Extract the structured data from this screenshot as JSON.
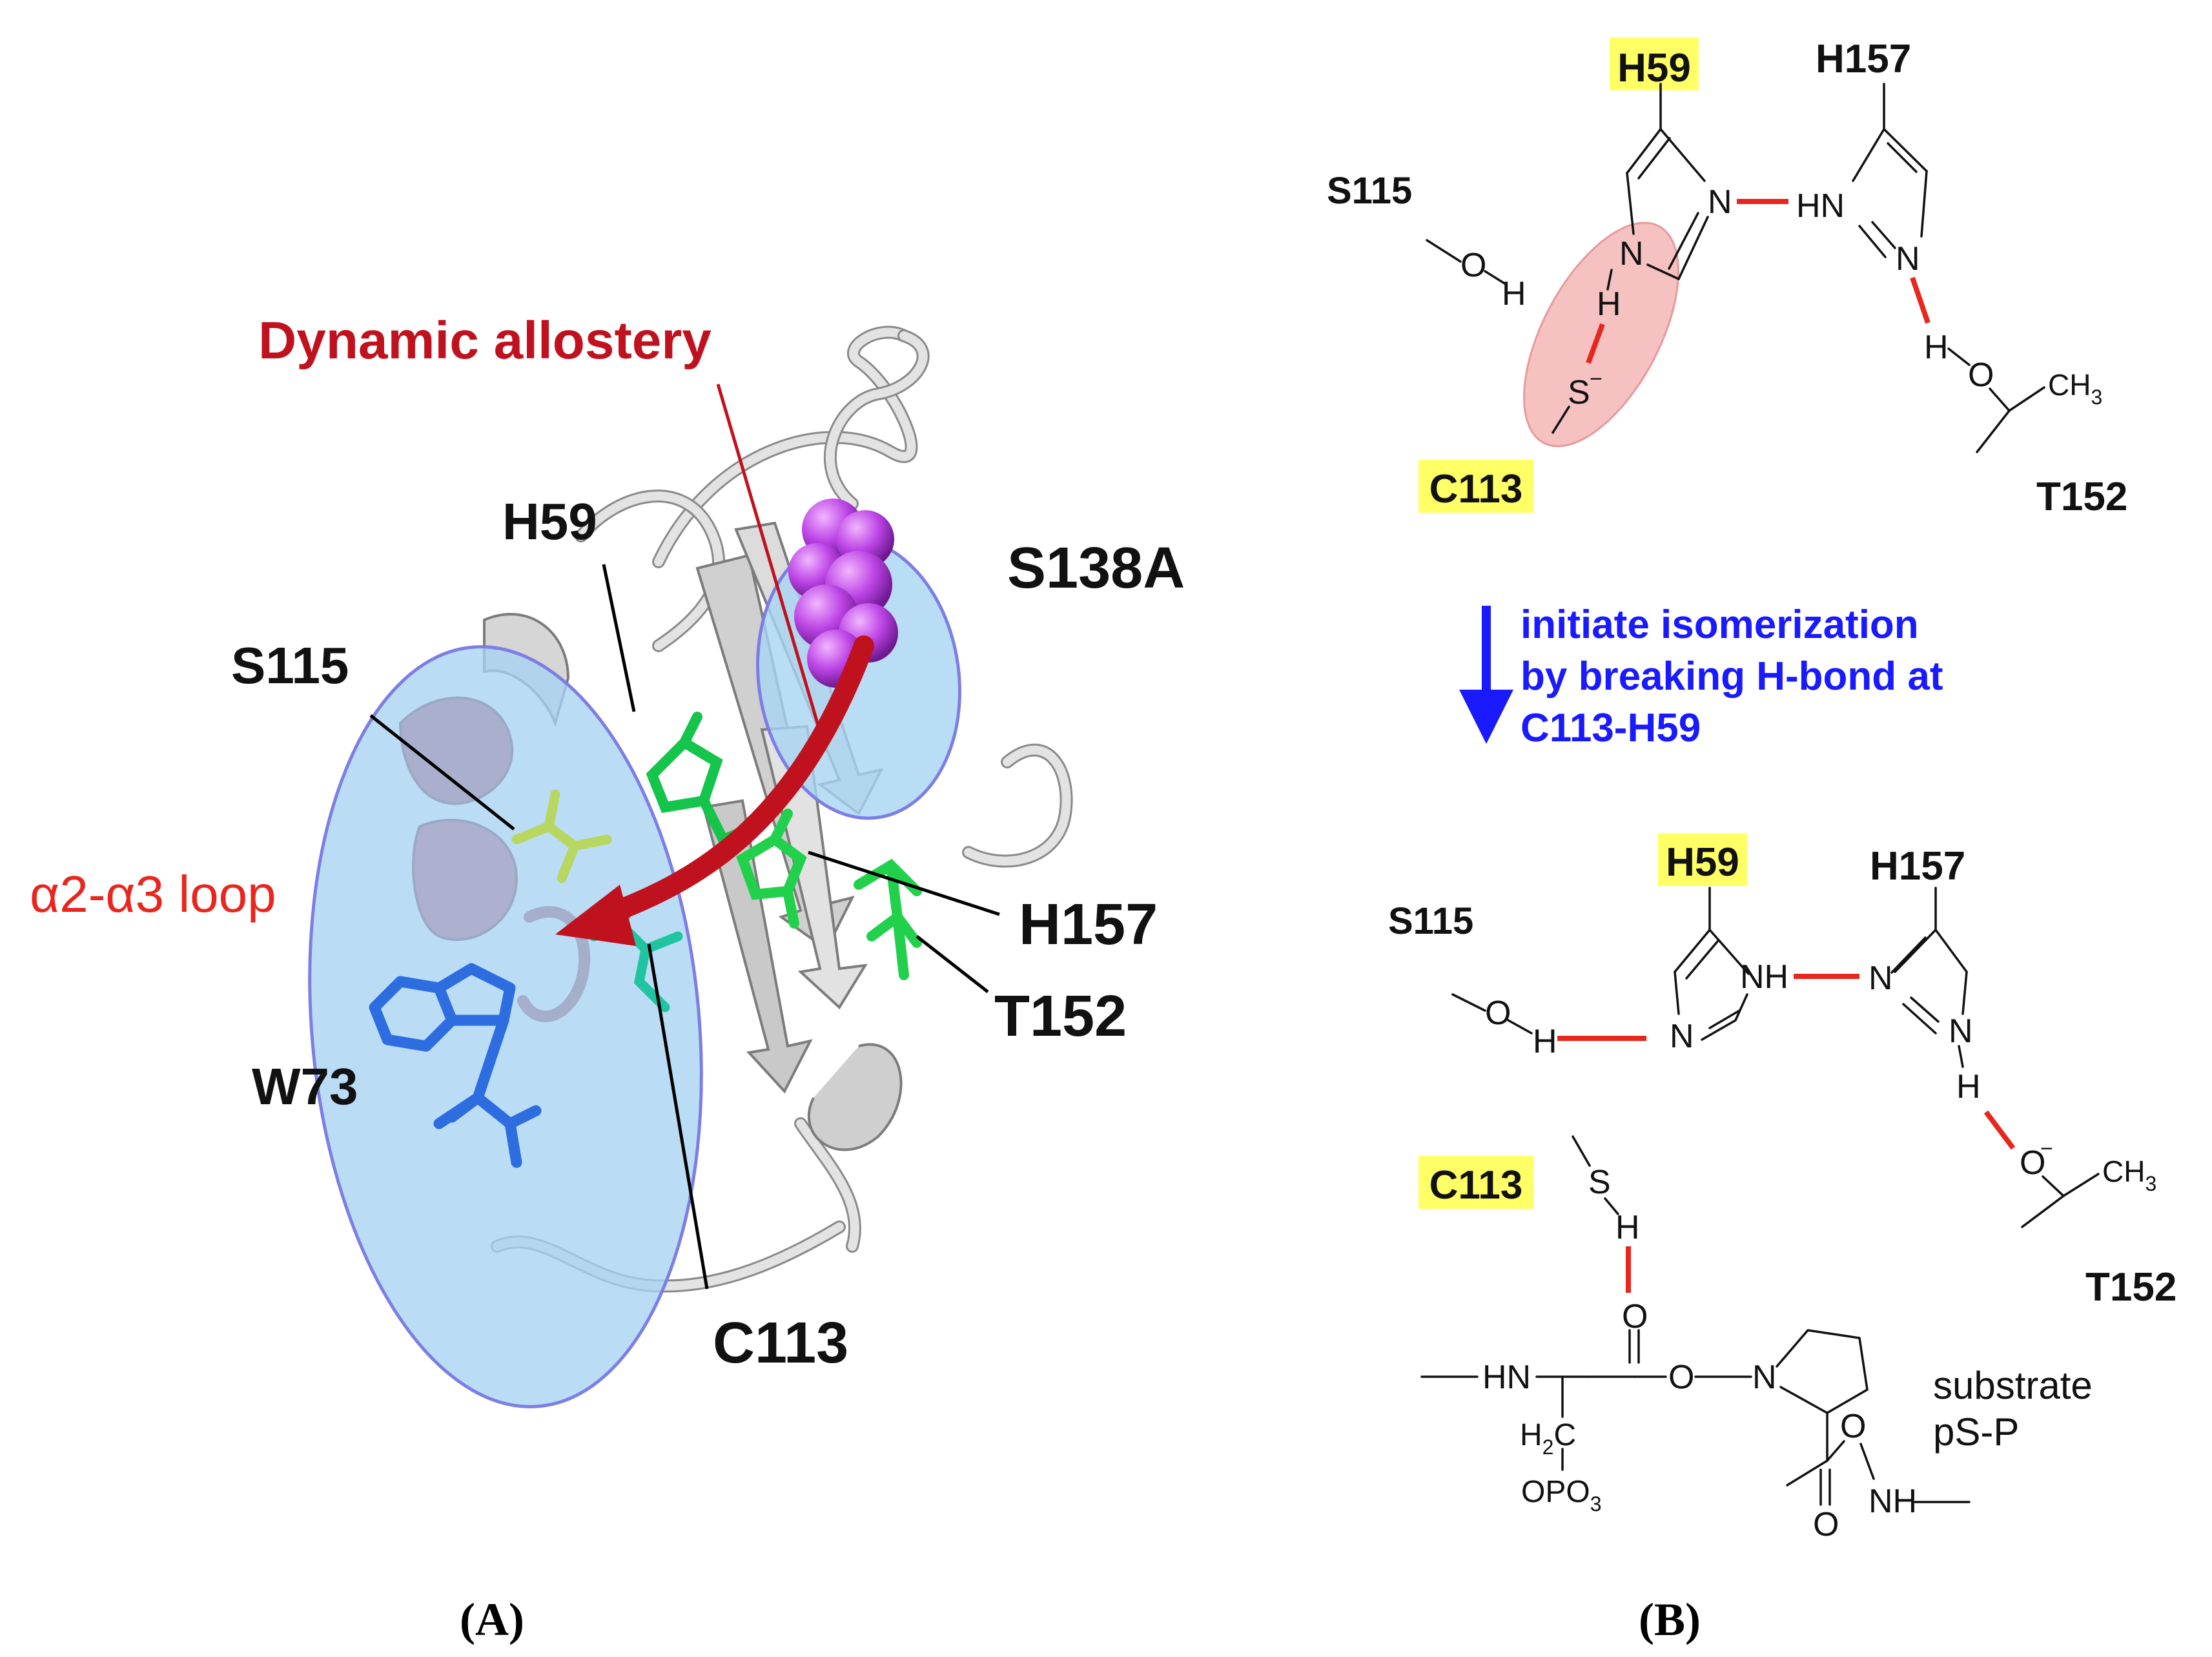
{
  "panelA": {
    "title": "Dynamic allostery",
    "mutation": "S138A",
    "loop_label": "α2-α3 loop",
    "residues": {
      "h59": "H59",
      "s115": "S115",
      "h157": "H157",
      "t152": "T152",
      "w73": "W73",
      "c113": "C113"
    },
    "caption": "(A)"
  },
  "panelB": {
    "top": {
      "h59": "H59",
      "h157": "H157",
      "s115": "S115",
      "c113": "C113",
      "t152": "T152",
      "atoms": {
        "n": "N",
        "hn": "HN",
        "o": "O",
        "h": "H",
        "s": "S",
        "minus": "−",
        "ch3": "CH",
        "sub3": "3"
      }
    },
    "arrow_text": [
      "initiate isomerization",
      "by breaking H-bond at",
      "C113-H59"
    ],
    "bottom": {
      "h59": "H59",
      "h157": "H157",
      "s115": "S115",
      "c113": "C113",
      "t152": "T152",
      "atoms": {
        "n": "N",
        "nh": "NH",
        "o": "O",
        "h": "H",
        "s": "S",
        "minus": "−",
        "ch3": "CH",
        "sub3": "3"
      }
    },
    "substrate": {
      "hn": "HN",
      "o": "O",
      "n": "N",
      "h2c": "H",
      "sub2": "2",
      "c": "C",
      "opo3": "OPO",
      "sub3": "3",
      "nh": "NH",
      "label_line1": "substrate",
      "label_line2": "pS-P"
    },
    "caption": "(B)"
  },
  "colors": {
    "hbond": "#e8261e",
    "arrow_blue": "#1a1aff",
    "allostery_red": "#c0121e",
    "loop_red": "#e8261e",
    "highlight": "#ffff66",
    "ellipse_blue": "#a6d4f2",
    "pink": "#f5b6b6",
    "magenta": "#b53de0",
    "green": "#22d14b",
    "blue_res": "#2d6de0"
  }
}
